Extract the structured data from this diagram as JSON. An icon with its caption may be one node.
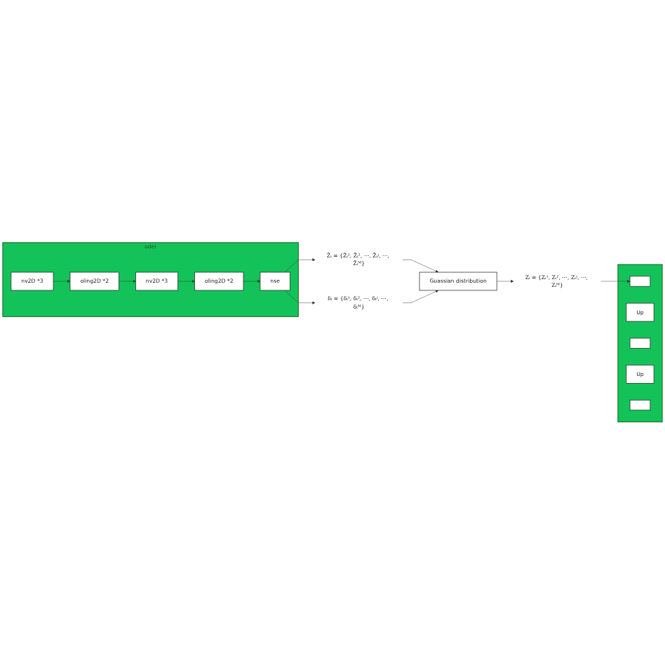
{
  "diagram": {
    "nodes": [
      {
        "text": [
          "oder"
        ]
      },
      {
        "text": [
          "nv2D *3"
        ],
        "in": 0
      },
      {
        "text": [
          "oling2D *2"
        ],
        "in": 0
      },
      {
        "text": [
          "nv2D *3"
        ],
        "in": 0
      },
      {
        "text": [
          "oling2D *2"
        ],
        "in": 0
      },
      {
        "text": [
          "nse"
        ],
        "in": 0
      },
      {
        "text": [
          "Z̄ᵢ = {Z̄ᵢ¹, Z̄ᵢ², ⋯, Z̄ᵢʲ, ⋯, Z̄ᵢᴹ}"
        ]
      },
      {
        "text": [
          "δᵢ = {δᵢ¹, δᵢ², ⋯, δᵢʲ, ⋯, δᵢᴹ}"
        ]
      },
      {
        "text": [
          "Guassian distribution"
        ]
      },
      {
        "text": [
          "Zᵢ = {Zᵢ¹, Zᵢ², ⋯, Zᵢʲ, ⋯, Zᵢᴹ}"
        ]
      },
      {
        "text": [],
        "shape": "box"
      },
      {
        "text": [],
        "shape": "box",
        "in": 10
      },
      {
        "text": [
          "Up"
        ],
        "in": 10
      },
      {
        "text": [],
        "shape": "box",
        "in": 10
      },
      {
        "text": [
          "Up"
        ],
        "in": 10
      },
      {
        "text": [],
        "shape": "box",
        "in": 10
      }
    ],
    "edges": [
      {
        "from": 1,
        "to": 2,
        "arrow": "to"
      },
      {
        "from": 2,
        "to": 3,
        "arrow": "to"
      },
      {
        "from": 3,
        "to": 4,
        "arrow": "to"
      },
      {
        "from": 4,
        "to": 5,
        "arrow": "to"
      },
      {
        "from": 5,
        "to": 6,
        "arrow": "to"
      },
      {
        "from": 5,
        "to": 7,
        "arrow": "to"
      },
      {
        "from": 6,
        "to": 8,
        "arrow": "to"
      },
      {
        "from": 7,
        "to": 8,
        "arrow": "to"
      },
      {
        "from": 8,
        "to": 9,
        "arrow": "to"
      },
      {
        "from": 9,
        "to": 11,
        "arrow": "to"
      }
    ]
  }
}
